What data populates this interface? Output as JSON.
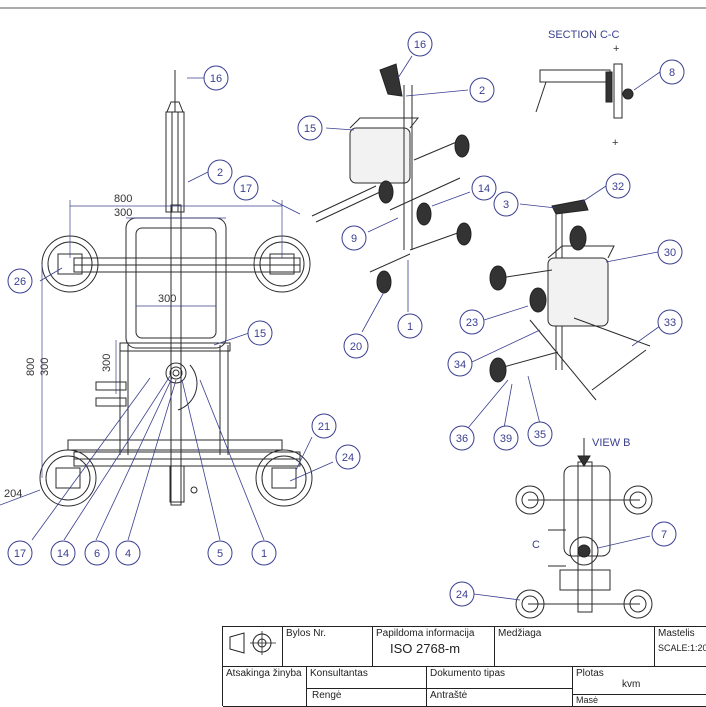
{
  "drawing": {
    "section_label": "SECTION C-C",
    "view_label": "VIEW B",
    "section_marker": "C",
    "dimensions": [
      "800",
      "300",
      "300",
      "800",
      "300",
      "300",
      "204"
    ],
    "balloons_front": [
      "16",
      "2",
      "17",
      "15",
      "26",
      "21",
      "24",
      "17",
      "14",
      "6",
      "4",
      "5",
      "1"
    ],
    "balloons_iso1": [
      "16",
      "2",
      "15",
      "14",
      "9",
      "20",
      "1"
    ],
    "balloons_section": [
      "8"
    ],
    "balloons_iso2": [
      "3",
      "32",
      "30",
      "23",
      "33",
      "34",
      "36",
      "39",
      "35"
    ],
    "balloons_viewb": [
      "7",
      "24"
    ]
  },
  "title_block": {
    "file_no_label": "Bylos Nr.",
    "additional_info_label": "Papildoma informacija",
    "additional_info_value": "ISO 2768-m",
    "material_label": "Medžiaga",
    "scale_label": "Mastelis",
    "scale_value": "SCALE:1:20",
    "responsible_label": "Atsakinga žinyba",
    "consultant_label": "Konsultantas",
    "doc_type_label": "Dokumento tipas",
    "area_label": "Plotas",
    "area_value": "kvm",
    "preparer_label": "Rengė",
    "heading_label": "Antraštė",
    "mass_label": "Masė"
  }
}
